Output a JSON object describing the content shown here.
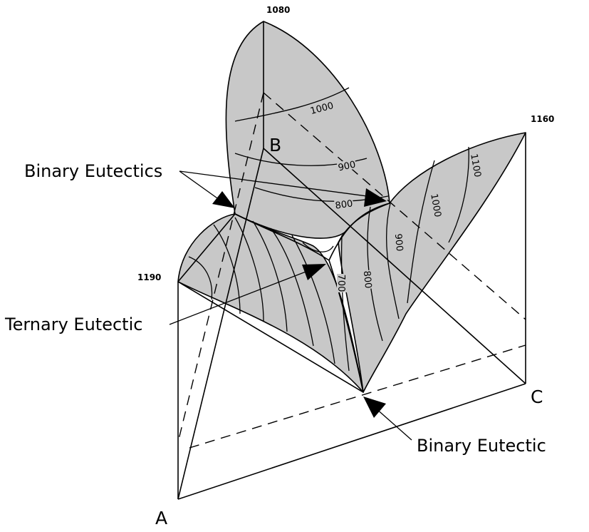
{
  "vertices": {
    "a": "A",
    "b": "B",
    "c": "C"
  },
  "melting_points": {
    "a": "1190",
    "b": "1080",
    "c": "1160"
  },
  "callouts": {
    "binary_eutectics": "Binary Eutectics",
    "ternary_eutectic": "Ternary Eutectic",
    "binary_eutectic": "Binary Eutectic"
  },
  "isotherm_labels": {
    "b_1000": "1000",
    "b_900": "900",
    "b_800": "800",
    "c_1100": "1100",
    "c_1000": "1000",
    "c_900": "900",
    "c_800": "800",
    "c_700": "700"
  },
  "colors": {
    "liquidus_surface": "#c8c8c8",
    "lines": "#000000",
    "background": "#ffffff"
  }
}
